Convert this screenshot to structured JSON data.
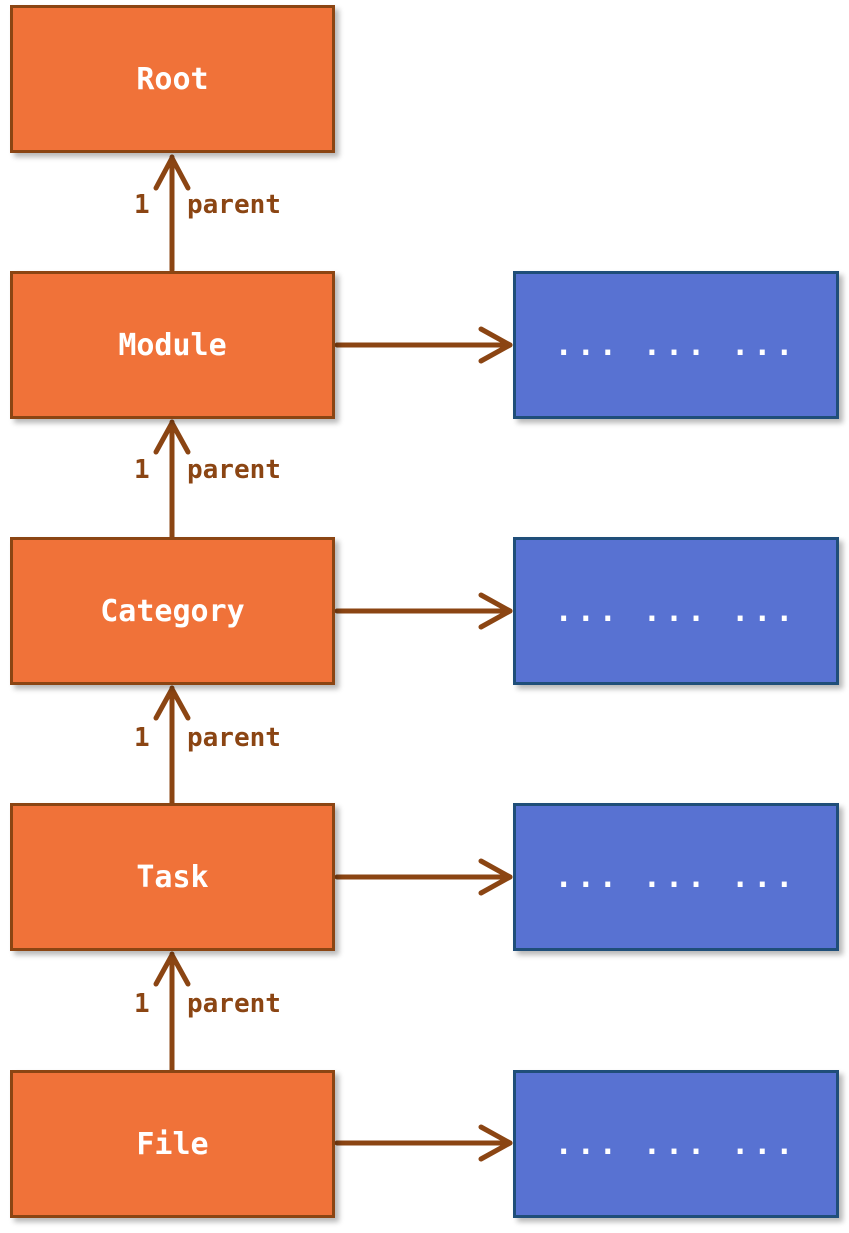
{
  "colors": {
    "entity_fill": "#f07239",
    "entity_border": "#8b4513",
    "detail_fill": "#5872d2",
    "detail_border": "#1f4e79",
    "connector": "#8b4513",
    "label_text": "#8b4513",
    "box_text": "#ffffff"
  },
  "hierarchy": [
    {
      "name": "Root"
    },
    {
      "name": "Module",
      "detail": "... ... ..."
    },
    {
      "name": "Category",
      "detail": "... ... ..."
    },
    {
      "name": "Task",
      "detail": "... ... ..."
    },
    {
      "name": "File",
      "detail": "... ... ..."
    }
  ],
  "links": [
    {
      "multiplicity": "1",
      "role": "parent"
    },
    {
      "multiplicity": "1",
      "role": "parent"
    },
    {
      "multiplicity": "1",
      "role": "parent"
    },
    {
      "multiplicity": "1",
      "role": "parent"
    }
  ]
}
